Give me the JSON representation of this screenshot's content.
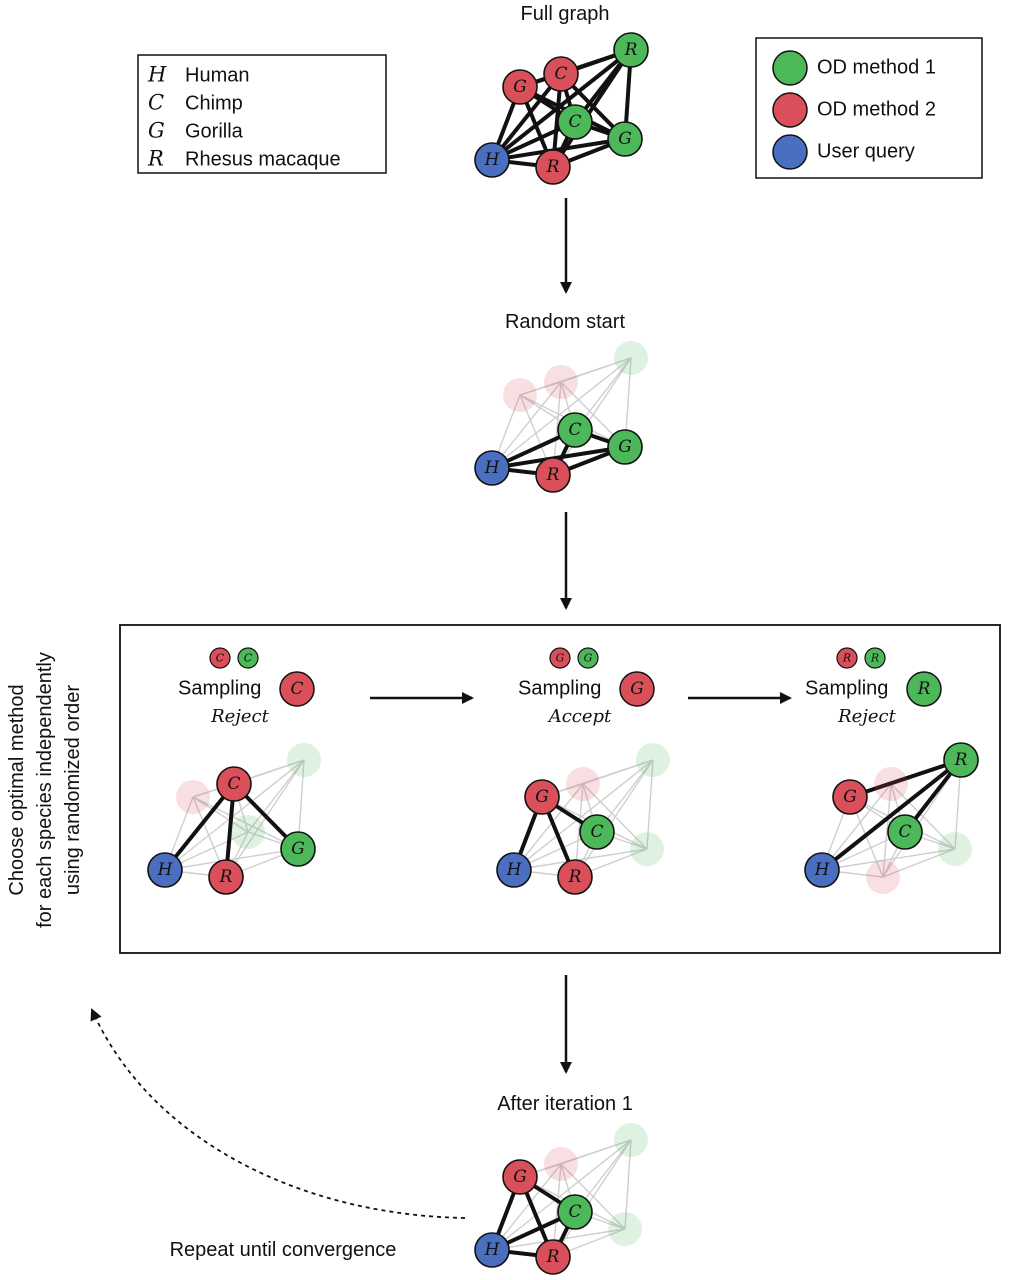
{
  "species_legend": [
    {
      "symbol": "H",
      "name": "Human"
    },
    {
      "symbol": "C",
      "name": "Chimp"
    },
    {
      "symbol": "G",
      "name": "Gorilla"
    },
    {
      "symbol": "R",
      "name": "Rhesus macaque"
    }
  ],
  "color_legend": [
    {
      "label": "OD method 1",
      "color": "#4db85a"
    },
    {
      "label": "OD method 2",
      "color": "#d9505a"
    },
    {
      "label": "User query",
      "color": "#4a6fc0"
    }
  ],
  "colors": {
    "green": "#4db85a",
    "red": "#d9505a",
    "blue": "#4a6fc0"
  },
  "titles": {
    "full_graph": "Full graph",
    "random_start": "Random start",
    "after_iteration": "After iteration 1",
    "repeat": "Repeat until convergence"
  },
  "side_label": [
    "Choose optimal method",
    "for each species independently",
    "using randomized order"
  ],
  "sampling_steps": [
    {
      "prefix": "Sampling",
      "species": "C",
      "selected_color": "red",
      "decision": "Reject"
    },
    {
      "prefix": "Sampling",
      "species": "G",
      "selected_color": "red",
      "decision": "Accept"
    },
    {
      "prefix": "Sampling",
      "species": "R",
      "selected_color": "green",
      "decision": "Reject"
    }
  ]
}
